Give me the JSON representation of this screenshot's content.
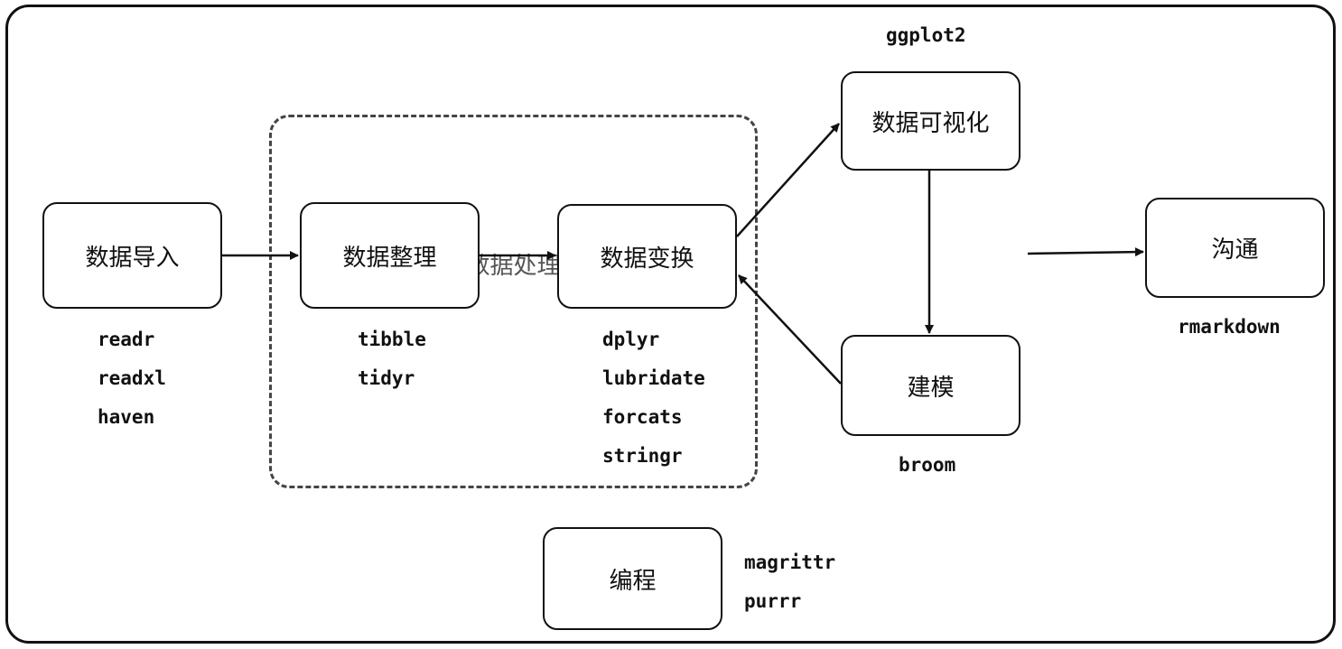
{
  "diagram": {
    "group": {
      "label": "数据处理"
    },
    "nodes": {
      "import": "数据导入",
      "tidy": "数据整理",
      "transform": "数据变换",
      "visualize": "数据可视化",
      "model": "建模",
      "communicate": "沟通",
      "program": "编程"
    },
    "packages": {
      "import": [
        "readr",
        "readxl",
        "haven"
      ],
      "tidy": [
        "tibble",
        "tidyr"
      ],
      "transform": [
        "dplyr",
        "lubridate",
        "forcats",
        "stringr"
      ],
      "visualize": [
        "ggplot2"
      ],
      "model": [
        "broom"
      ],
      "communicate": [
        "rmarkdown"
      ],
      "program": [
        "magrittr",
        "purrr"
      ]
    }
  }
}
